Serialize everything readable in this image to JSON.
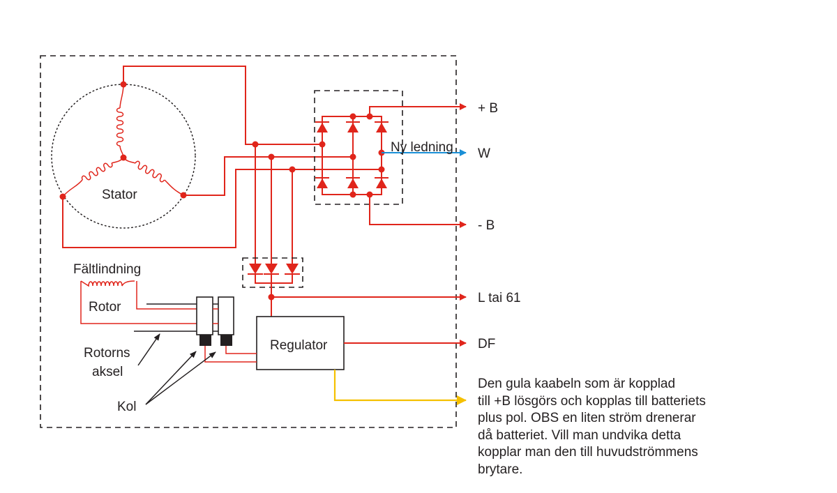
{
  "diagram": {
    "title": "Alternator wiring diagram",
    "colors": {
      "wire": "#e0251b",
      "new_wire": "#1a8fd6",
      "yellow_wire": "#f5c000",
      "outline": "#231f20"
    },
    "labels": {
      "stator": "Stator",
      "field_winding": "Fältlindning",
      "rotor": "Rotor",
      "rotor_shaft_line1": "Rotorns",
      "rotor_shaft_line2": "aksel",
      "carbon": "Kol",
      "regulator": "Regulator",
      "new_wire": "Ny ledning"
    },
    "terminals": [
      {
        "id": "plus_b",
        "label": "+ B"
      },
      {
        "id": "w",
        "label": "W"
      },
      {
        "id": "minus_b",
        "label": "- B"
      },
      {
        "id": "l",
        "label": "L tai 61"
      },
      {
        "id": "df",
        "label": "DF"
      }
    ],
    "note": {
      "lines": [
        "Den gula kaabeln som är kopplad",
        "till +B lösgörs och kopplas till batteriets",
        "plus pol. OBS en liten ström drenerar",
        "då batteriet. Vill man undvika detta",
        "kopplar man den till huvudströmmens",
        "brytare."
      ]
    }
  }
}
